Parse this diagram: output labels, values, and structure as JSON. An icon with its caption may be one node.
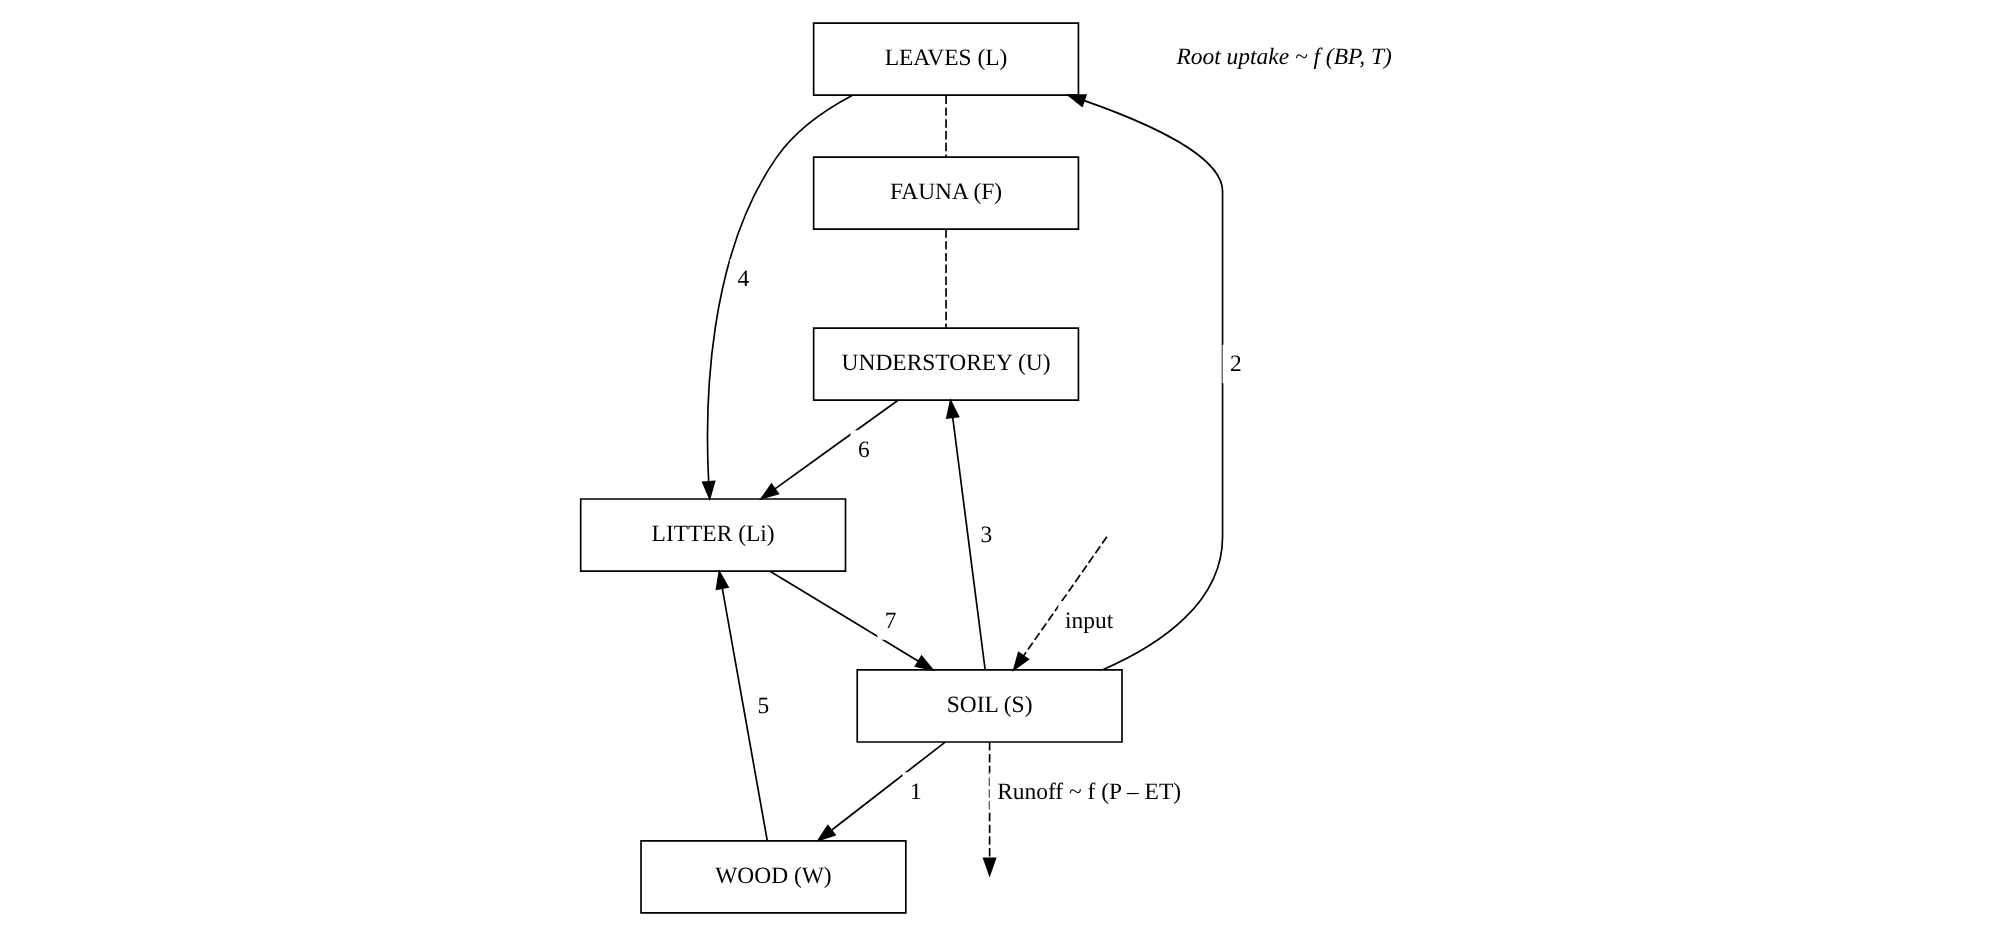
{
  "diagram": {
    "nodes": [
      {
        "text": [
          "LEAVES (L)"
        ]
      },
      {
        "text": [
          "WOOD (W)"
        ]
      },
      {
        "text": [
          "FAUNA (F)"
        ]
      },
      {
        "text": [
          "LITTER (Li)"
        ]
      },
      {
        "text": [
          "UNDERSTOREY (U)"
        ]
      },
      {
        "text": [
          "SOIL (S)"
        ]
      }
    ],
    "edges": [
      {
        "from": 5,
        "to": 0,
        "arrow": "to",
        "label": "2"
      },
      {
        "from": 5,
        "to": 1,
        "arrow": "to",
        "label": "1"
      },
      {
        "from": 0,
        "to": 3,
        "arrow": "to",
        "label": "4"
      },
      {
        "from": 1,
        "to": 3,
        "arrow": "to",
        "label": "5"
      },
      {
        "from": 0,
        "to": 2,
        "arrow": "none",
        "style": "dashed"
      },
      {
        "from": 2,
        "to": 4,
        "arrow": "none",
        "style": "dashed"
      },
      {
        "from": 4,
        "to": 3,
        "arrow": "to",
        "label": "6"
      },
      {
        "from": 3,
        "to": 5,
        "arrow": "to",
        "label": "7"
      },
      {
        "from": 5,
        "to": 4,
        "arrow": "to",
        "label": "3"
      },
      {
        "from": null,
        "to": 5,
        "arrow": "to",
        "label": "input",
        "style": "dashed"
      },
      {
        "from": 5,
        "to": null,
        "arrow": "to",
        "label": "Runoff ~ f (P – ET)",
        "style": "dashed"
      }
    ],
    "labels": [
      "Root uptake ~ f (BP, T)"
    ]
  }
}
